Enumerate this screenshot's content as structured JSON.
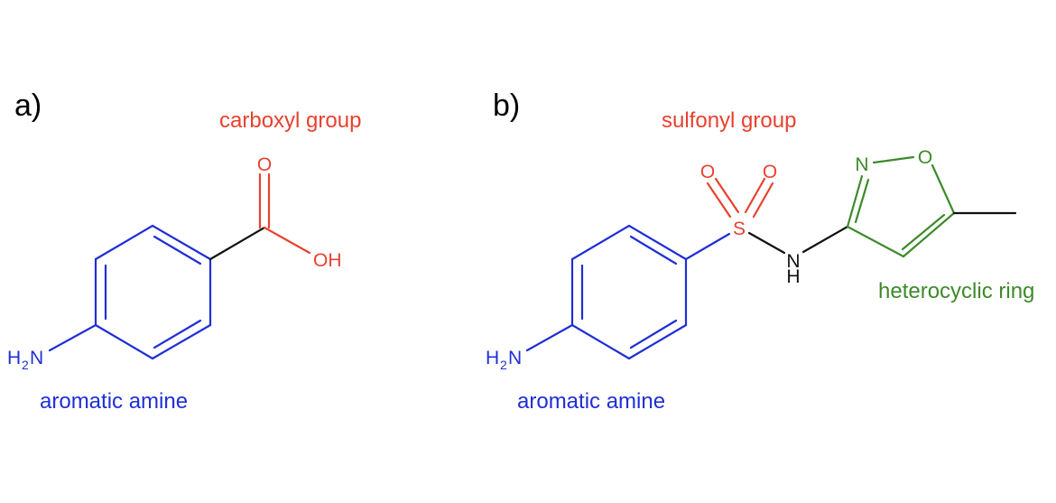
{
  "colors": {
    "amine": "#1f2fd6",
    "acid": "#e8412f",
    "ring": "#3d8a2a",
    "bond": "#111111"
  },
  "panels": [
    {
      "label": "a)",
      "groups": {
        "carboxyl": "carboxyl group",
        "amine": "aromatic amine"
      },
      "atoms": {
        "carbonyl_o": "O",
        "hydroxyl": "OH",
        "amine_h": "H",
        "amine_sub": "2",
        "amine_n": "N"
      }
    },
    {
      "label": "b)",
      "groups": {
        "sulfonyl": "sulfonyl group",
        "heterocycle": "heterocyclic ring",
        "amine": "aromatic amine"
      },
      "atoms": {
        "sulfonyl_o1": "O",
        "sulfonyl_o2": "O",
        "sulfur": "S",
        "nh_n": "N",
        "nh_h": "H",
        "ring_n": "N",
        "ring_o": "O",
        "amine_h": "H",
        "amine_sub": "2",
        "amine_n": "N"
      }
    }
  ]
}
